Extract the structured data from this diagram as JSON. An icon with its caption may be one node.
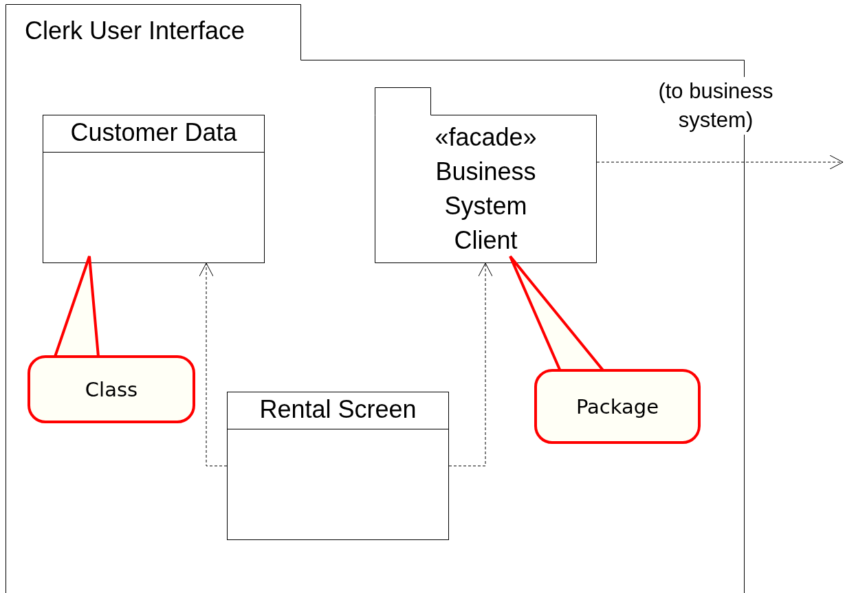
{
  "diagram": {
    "nodes": [
      {
        "text": [
          "Clerk User Interface"
        ]
      },
      {
        "text": [
          "Customer Data"
        ],
        "in": 0
      },
      {
        "text": [
          "«facade»",
          "Business System Client"
        ],
        "in": 0
      },
      {
        "text": [
          "Rental Screen"
        ],
        "in": 0
      },
      {
        "text": [
          "Class"
        ],
        "in": 0
      },
      {
        "text": [
          "Package"
        ],
        "in": 0
      }
    ],
    "edges": [
      {
        "from": 3,
        "to": 1,
        "arrow": "to",
        "style": "dashed"
      },
      {
        "from": 3,
        "to": 2,
        "arrow": "to",
        "style": "dashed"
      },
      {
        "from": 2,
        "to": null,
        "arrow": "to",
        "style": "dashed",
        "label": "(to business system)"
      },
      {
        "from": 4,
        "to": 1,
        "arrow": "none",
        "style": "thick",
        "color": "#ff0000"
      },
      {
        "from": 5,
        "to": 2,
        "arrow": "none",
        "style": "thick",
        "color": "#ff0000"
      }
    ]
  }
}
